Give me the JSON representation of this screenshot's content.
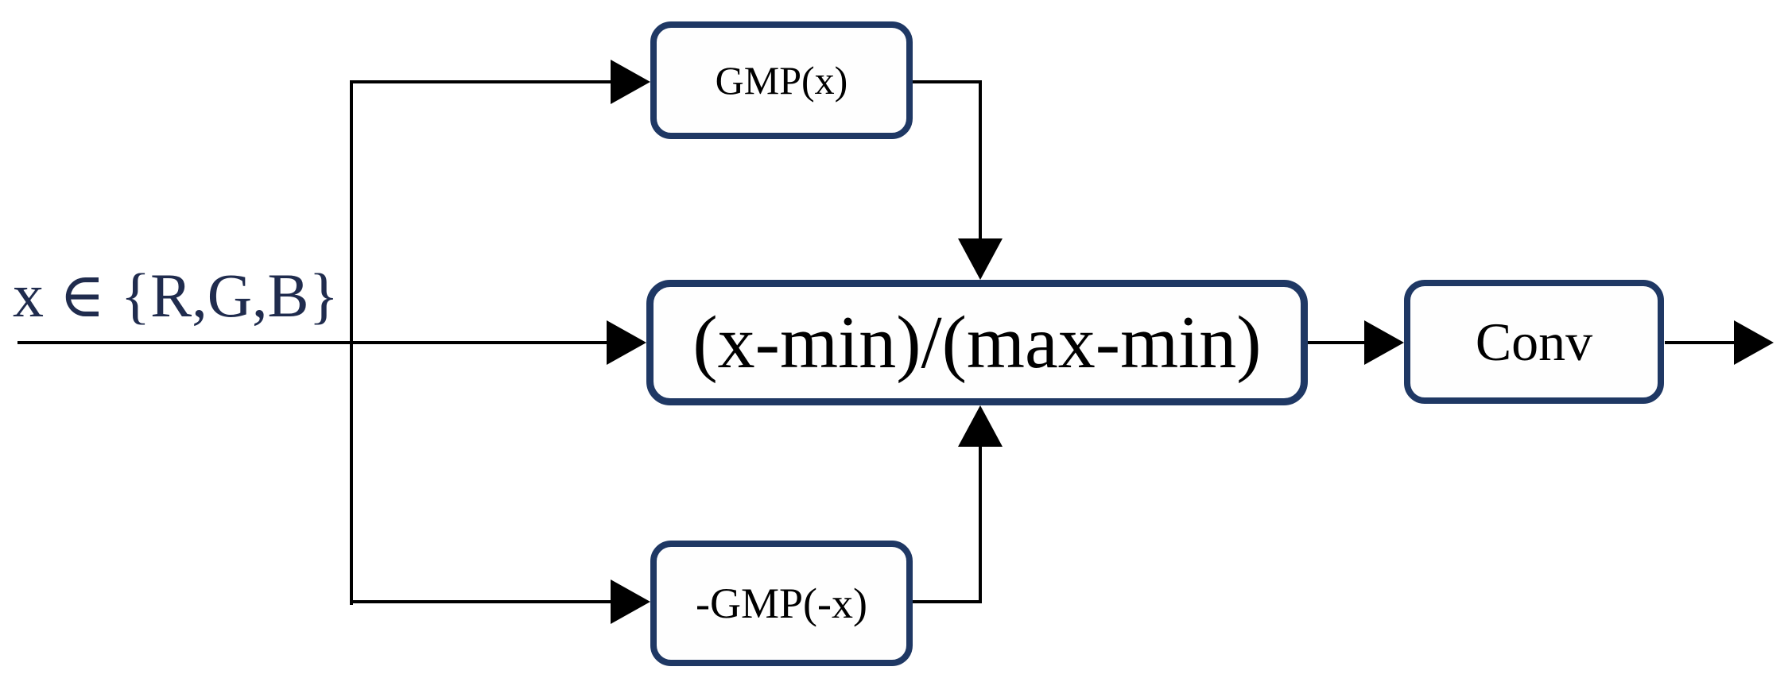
{
  "diagram": {
    "input_label": "x ∈ {R,G,B}",
    "nodes": {
      "gmp": {
        "label": "GMP(x)"
      },
      "normalize": {
        "label": "(x-min)/(max-min)"
      },
      "neg_gmp": {
        "label": "-GMP(-x)"
      },
      "conv": {
        "label": "Conv"
      }
    },
    "edges": [
      {
        "from": "input",
        "to": "branch-junction",
        "style": "plain"
      },
      {
        "from": "branch-junction",
        "to": "gmp",
        "style": "arrow"
      },
      {
        "from": "branch-junction",
        "to": "normalize",
        "style": "arrow"
      },
      {
        "from": "branch-junction",
        "to": "neg_gmp",
        "style": "arrow"
      },
      {
        "from": "gmp",
        "to": "normalize",
        "style": "arrow"
      },
      {
        "from": "neg_gmp",
        "to": "normalize",
        "style": "arrow"
      },
      {
        "from": "normalize",
        "to": "conv",
        "style": "arrow"
      },
      {
        "from": "conv",
        "to": "output",
        "style": "arrow"
      }
    ],
    "colors": {
      "box_border": "#1f3864",
      "box_fill": "#fefefe",
      "line": "#000000",
      "arrowhead": "#000000",
      "input_label_text": "#202c4e",
      "node_text": "#000000",
      "background": "#ffffff"
    }
  }
}
